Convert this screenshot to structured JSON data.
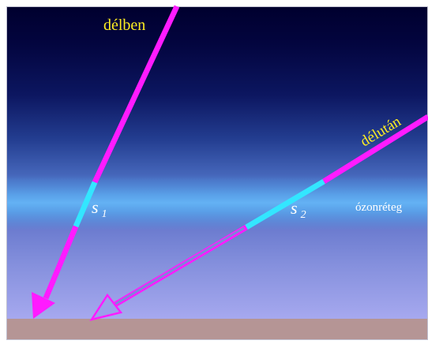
{
  "labels": {
    "noon": "délben",
    "afternoon": "délután",
    "ozone_layer": "ózonréteg",
    "s1_letter": "s",
    "s1_sub": "1",
    "s2_letter": "s",
    "s2_sub": "2"
  },
  "colors": {
    "sky_top": "#00003a",
    "sky_mid": "#12207a",
    "sky_lower": "#7d8ad8",
    "sky_bottom": "#a5a8ee",
    "ozone": "#59a6e8",
    "ground": "#b59595",
    "ray": "#ff1bff",
    "ray_in_ozone": "#33e6ff",
    "text_yellow": "#ffee22",
    "text_white": "#ffffff"
  }
}
